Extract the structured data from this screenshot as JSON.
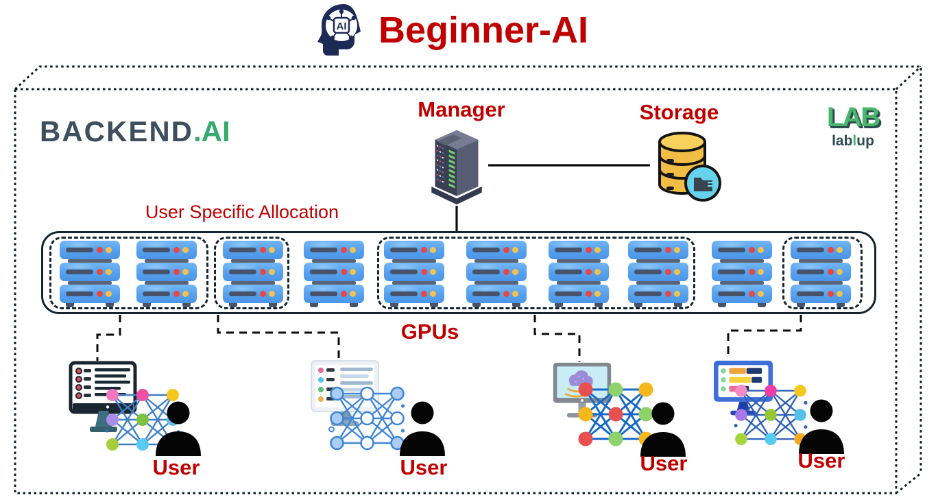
{
  "header": {
    "icon": "ai-head-icon",
    "title": "Beginner-AI"
  },
  "logos": {
    "backend": {
      "dark": "BACKEND",
      "dot": ".",
      "green": "AI"
    },
    "lablup": {
      "mark": "LAB",
      "word_pre": "lab",
      "word_mid": "l",
      "word_post": "up"
    }
  },
  "nodes": {
    "manager": {
      "label": "Manager",
      "icon": "server-tower-icon"
    },
    "storage": {
      "label": "Storage",
      "icon": "database-storage-icon"
    }
  },
  "cluster": {
    "allocation_label": "User Specific Allocation",
    "gpus_label": "GPUs",
    "stack_count": 10,
    "dashed_groups": [
      {
        "stacks": 2
      },
      {
        "stacks": 1
      },
      {
        "stacks": 4
      },
      {
        "stacks": 1
      }
    ]
  },
  "users": [
    {
      "label": "User",
      "icon": "terminal-monitor-icon"
    },
    {
      "label": "User",
      "icon": "list-monitor-icon"
    },
    {
      "label": "User",
      "icon": "cloud-monitor-icon"
    },
    {
      "label": "User",
      "icon": "dashboard-monitor-icon"
    }
  ],
  "colors": {
    "accent_red": "#C00000",
    "outline_dark": "#15242F",
    "server_blue": "#55A4F0",
    "backend_dark": "#3D4E5C",
    "backend_green": "#36A96E",
    "storage_gold": "#F2BD45",
    "storage_cyan": "#67D2EC",
    "lablup_green": "#49B86A",
    "lablup_teal": "#2E4A50"
  }
}
